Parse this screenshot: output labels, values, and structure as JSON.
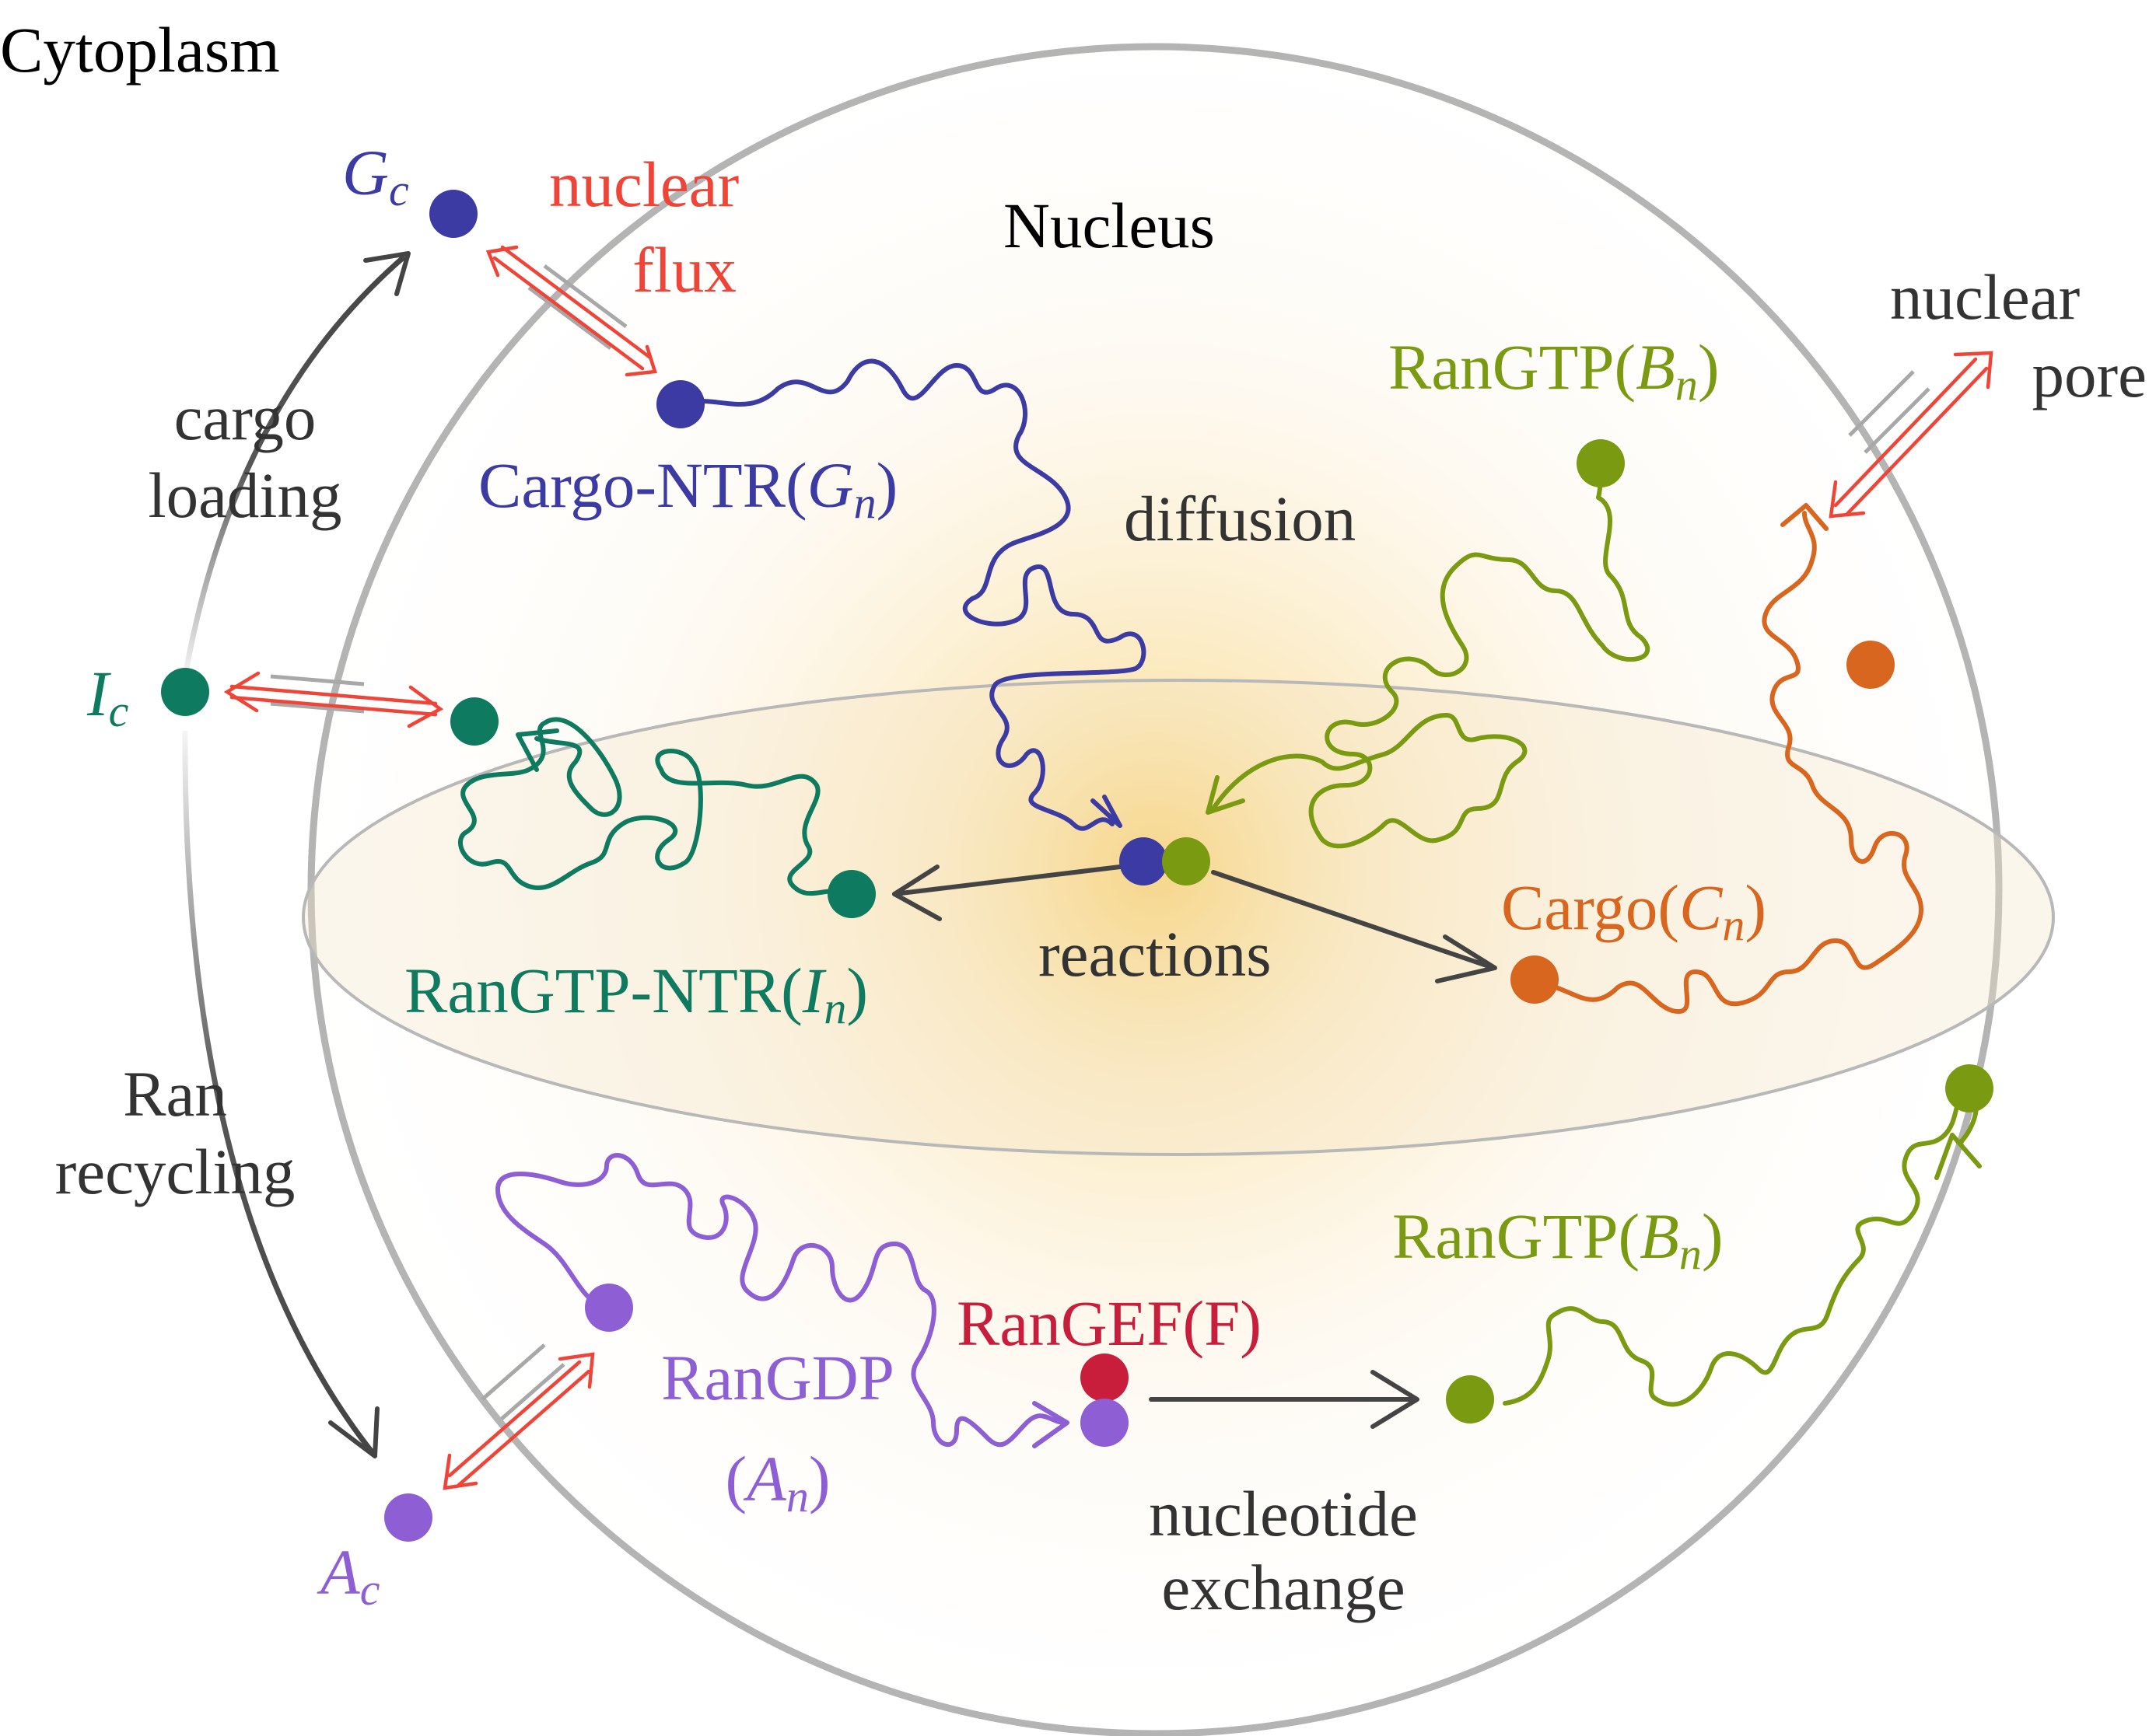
{
  "labels": {
    "cytoplasm": "Cytoplasm",
    "nucleus": "Nucleus",
    "nuclear_flux_line1": "nuclear",
    "nuclear_flux_line2": "flux",
    "nuclear_pore_line1": "nuclear",
    "nuclear_pore_line2": "pore",
    "cargo_loading_line1": "cargo",
    "cargo_loading_line2": "loading",
    "ran_recycling_line1": "Ran",
    "ran_recycling_line2": "recycling",
    "diffusion": "diffusion",
    "reactions": "reactions",
    "nucleotide_exchange_line1": "nucleotide",
    "nucleotide_exchange_line2": "exchange"
  },
  "species": {
    "gc": {
      "main": "G",
      "sub": "c"
    },
    "ic": {
      "main": "I",
      "sub": "c"
    },
    "ac": {
      "main": "A",
      "sub": "c"
    },
    "cargo_ntr": {
      "text": "Cargo-NTR(",
      "main": "G",
      "sub": "n",
      "close": ")"
    },
    "rangtp_top": {
      "text": "RanGTP(",
      "main": "B",
      "sub": "n",
      "close": ")"
    },
    "rangtp_ntr": {
      "text": "RanGTP-NTR(",
      "main": "I",
      "sub": "n",
      "close": ")"
    },
    "cargo": {
      "text": "Cargo(",
      "main": "C",
      "sub": "n",
      "close": ")"
    },
    "rangdp": {
      "text": "RanGDP",
      "open": "(",
      "main": "A",
      "sub": "n",
      "close": ")"
    },
    "rangef": {
      "text": "RanGEF(F)"
    },
    "rangtp_bottom": {
      "text": "RanGTP(",
      "main": "B",
      "sub": "n",
      "close": ")"
    }
  },
  "colors": {
    "cargo_ntr": "#3b3ba3",
    "ran_gtp": "#7a9a12",
    "ran_gtp_ntr": "#0e7a5f",
    "cargo": "#d9661f",
    "ran_gdp": "#8e5fd4",
    "ran_gef": "#c81e3c",
    "flux_arrow": "#ef4438",
    "cycle_arrow": "#444444",
    "nucleus_outline": "#b4b4b4",
    "nucleus_glow": "#f7c64f"
  }
}
